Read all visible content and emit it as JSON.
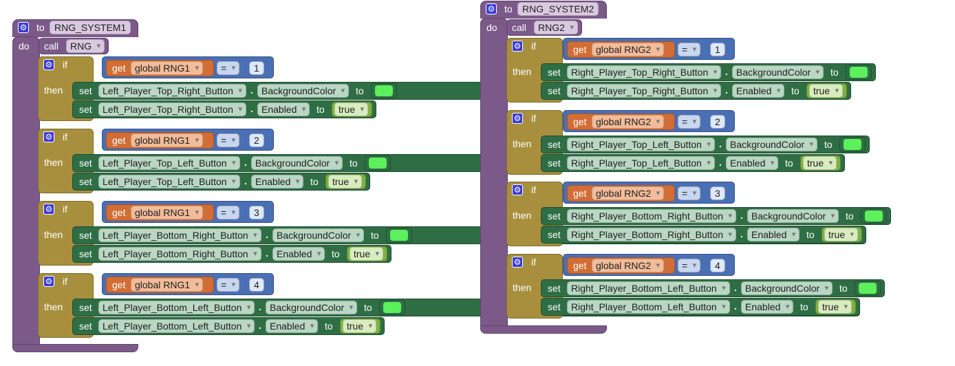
{
  "keywords": {
    "to": "to",
    "do": "do",
    "call": "call",
    "if": "if",
    "then": "then",
    "set": "set",
    "get": "get",
    "dot": ".",
    "eq": "="
  },
  "bool_true": "true",
  "colors": {
    "swatch": "#5cf05c"
  },
  "icons": {
    "gear": "gear-icon"
  },
  "proc1": {
    "name": "RNG_SYSTEM1",
    "call": "RNG",
    "var": "global RNG1",
    "rows": [
      {
        "n": "1",
        "comp": "Left_Player_Top_Right_Button",
        "prop_color": "BackgroundColor",
        "prop_enabled": "Enabled"
      },
      {
        "n": "2",
        "comp": "Left_Player_Top_Left_Button",
        "prop_color": "BackgroundColor",
        "prop_enabled": "Enabled"
      },
      {
        "n": "3",
        "comp": "Left_Player_Bottom_Right_Button",
        "prop_color": "BackgroundColor",
        "prop_enabled": "Enabled"
      },
      {
        "n": "4",
        "comp": "Left_Player_Bottom_Left_Button",
        "prop_color": "BackgroundColor",
        "prop_enabled": "Enabled"
      }
    ]
  },
  "proc2": {
    "name": "RNG_SYSTEM2",
    "call": "RNG2",
    "var": "global RNG2",
    "rows": [
      {
        "n": "1",
        "comp": "Right_Player_Top_Right_Button",
        "prop_color": "BackgroundColor",
        "prop_enabled": "Enabled"
      },
      {
        "n": "2",
        "comp": "Right_Player_Top_Left_Button",
        "prop_color": "BackgroundColor",
        "prop_enabled": "Enabled"
      },
      {
        "n": "3",
        "comp": "Right_Player_Bottom_Right_Button",
        "prop_color": "BackgroundColor",
        "prop_enabled": "Enabled"
      },
      {
        "n": "4",
        "comp": "Right_Player_Bottom_Left_Button",
        "prop_color": "BackgroundColor",
        "prop_enabled": "Enabled"
      }
    ]
  }
}
